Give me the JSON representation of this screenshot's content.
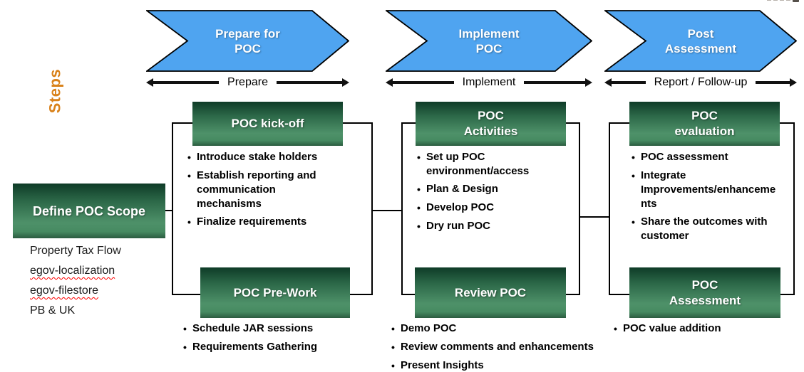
{
  "steps_label": "Steps",
  "colors": {
    "blue": "#4FA4F0",
    "green_top": "#0E3B27",
    "green_mid": "#4E9169",
    "green_bot": "#2B5C40",
    "orange": "#D9821B",
    "spell_red": "#FF0000"
  },
  "scope": {
    "box_label": "Define POC Scope",
    "items": [
      "Property Tax Flow",
      "egov-localization",
      "egov-filestore",
      "PB & UK"
    ]
  },
  "phases": [
    {
      "arrow_label": "Prepare for\nPOC",
      "span_label": "Prepare",
      "top_box": "POC kick-off",
      "top_bullets": [
        "Introduce stake holders",
        "Establish reporting and\ncommunication\nmechanisms",
        "Finalize requirements"
      ],
      "bottom_box": "POC Pre-Work",
      "bottom_bullets": [
        "Schedule JAR sessions",
        "Requirements Gathering"
      ]
    },
    {
      "arrow_label": "Implement\nPOC",
      "span_label": "Implement",
      "top_box": "POC\nActivities",
      "top_bullets": [
        "Set up POC\nenvironment/access",
        "Plan & Design",
        "Develop POC",
        "Dry run POC"
      ],
      "bottom_box": "Review POC",
      "bottom_bullets": [
        "Demo POC",
        "Review comments and enhancements",
        "Present Insights"
      ]
    },
    {
      "arrow_label": "Post\nAssessment",
      "span_label": "Report / Follow-up",
      "top_box": "POC\nevaluation",
      "top_bullets": [
        "POC assessment",
        "Integrate\nImprovements/enhanceme\nnts",
        "Share the outcomes with\ncustomer"
      ],
      "bottom_box": "POC\nAssessment",
      "bottom_bullets": [
        "POC value addition"
      ]
    }
  ]
}
